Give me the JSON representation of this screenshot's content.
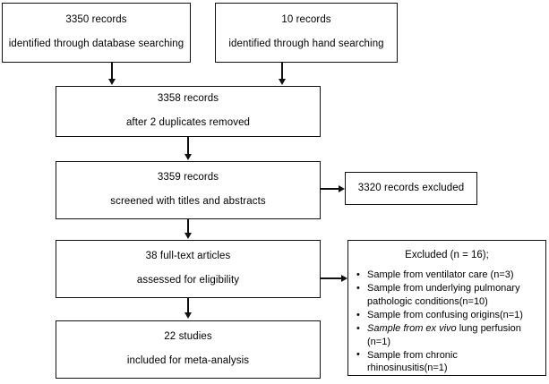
{
  "diagram": {
    "title": "PRISMA study selection flow diagram",
    "line_color": "#111111",
    "background": "#ffffff"
  },
  "boxes": {
    "database_search": {
      "line1": "3350 records",
      "line2": "identified  through database searching"
    },
    "hand_search": {
      "line1": "10 records",
      "line2": "identified  through hand searching"
    },
    "duplicates_removed": {
      "line1": "3358 records",
      "line2": "after 2 duplicates removed"
    },
    "screened": {
      "line1": "3359 records",
      "line2": "screened with titles and abstracts"
    },
    "records_excluded": {
      "line1": "3320 records excluded"
    },
    "full_text": {
      "line1": "38 full-text articles",
      "line2": "assessed for eligibility"
    },
    "included": {
      "line1": "22 studies",
      "line2": "included for meta-analysis"
    }
  },
  "excluded_panel": {
    "title": "Excluded (n = 16);",
    "bullet_glyph": "•",
    "items": [
      {
        "text": "Sample from ventilator care (n=3)"
      },
      {
        "text": "Sample from underlying pulmonary"
      },
      {
        "text": "pathologic conditions(n=10)",
        "no_bullet": true
      },
      {
        "text": "Sample from confusing origins(n=1)"
      },
      {
        "lead": "Sample from ex vivo",
        "text": " lung perfusion (n=1)",
        "italic_lead": true
      },
      {
        "text": "Sample from chronic rhinosinusitis(n=1)"
      }
    ]
  }
}
